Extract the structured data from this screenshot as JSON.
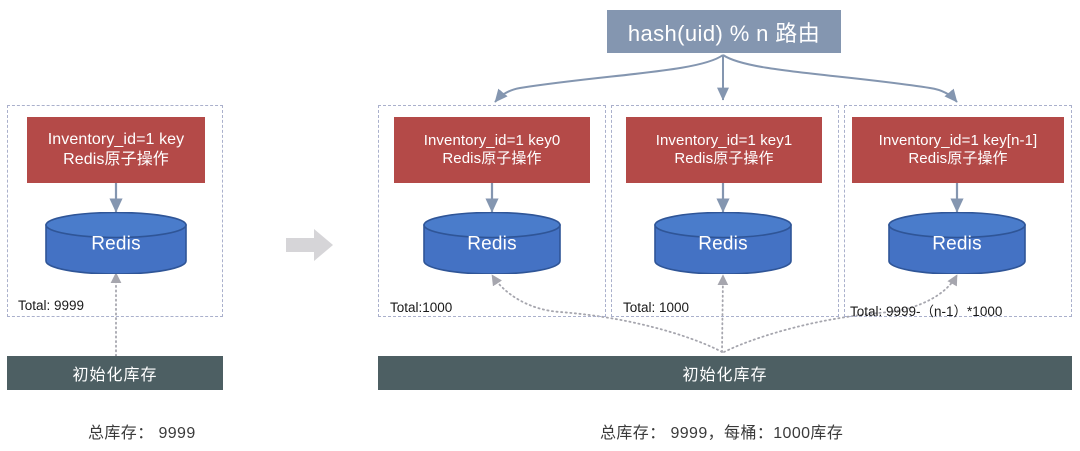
{
  "diagram": {
    "title_box": {
      "label": "hash(uid) % n 路由",
      "fill": "#8496b0",
      "text_color": "#ffffff"
    },
    "colors": {
      "op_box_red": "#b44a48",
      "cylinder_blue": "#4472c4",
      "cylinder_blue_dark": "#2f5597",
      "dark_bar": "#4d5f63",
      "dashed_border": "#aab0cc",
      "arrow_gray_blue": "#8496b0",
      "big_arrow_gray": "#d6d5d8",
      "dotted_arrow": "#a0a0a8",
      "background": "#ffffff"
    },
    "left_section": {
      "bucket": {
        "op_box": {
          "line1": "Inventory_id=1 key",
          "line2": "Redis原子操作"
        },
        "store": {
          "label": "Redis"
        },
        "total": "Total: 9999"
      },
      "init_bar": {
        "label": "初始化库存"
      },
      "caption": "总库存： 9999"
    },
    "transition_arrow": {
      "name": "right-arrow"
    },
    "right_section": {
      "buckets": [
        {
          "op_box": {
            "line1": "Inventory_id=1 key0",
            "line2": "Redis原子操作"
          },
          "store": {
            "label": "Redis"
          },
          "total": "Total:1000"
        },
        {
          "op_box": {
            "line1": "Inventory_id=1 key1",
            "line2": "Redis原子操作"
          },
          "store": {
            "label": "Redis"
          },
          "total": "Total: 1000"
        },
        {
          "op_box": {
            "line1": "Inventory_id=1 key[n-1]",
            "line2": "Redis原子操作"
          },
          "store": {
            "label": "Redis"
          },
          "total": "Total: 9999-（n-1）*1000"
        }
      ],
      "init_bar": {
        "label": "初始化库存"
      },
      "caption": "总库存： 9999，每桶：1000库存"
    }
  }
}
